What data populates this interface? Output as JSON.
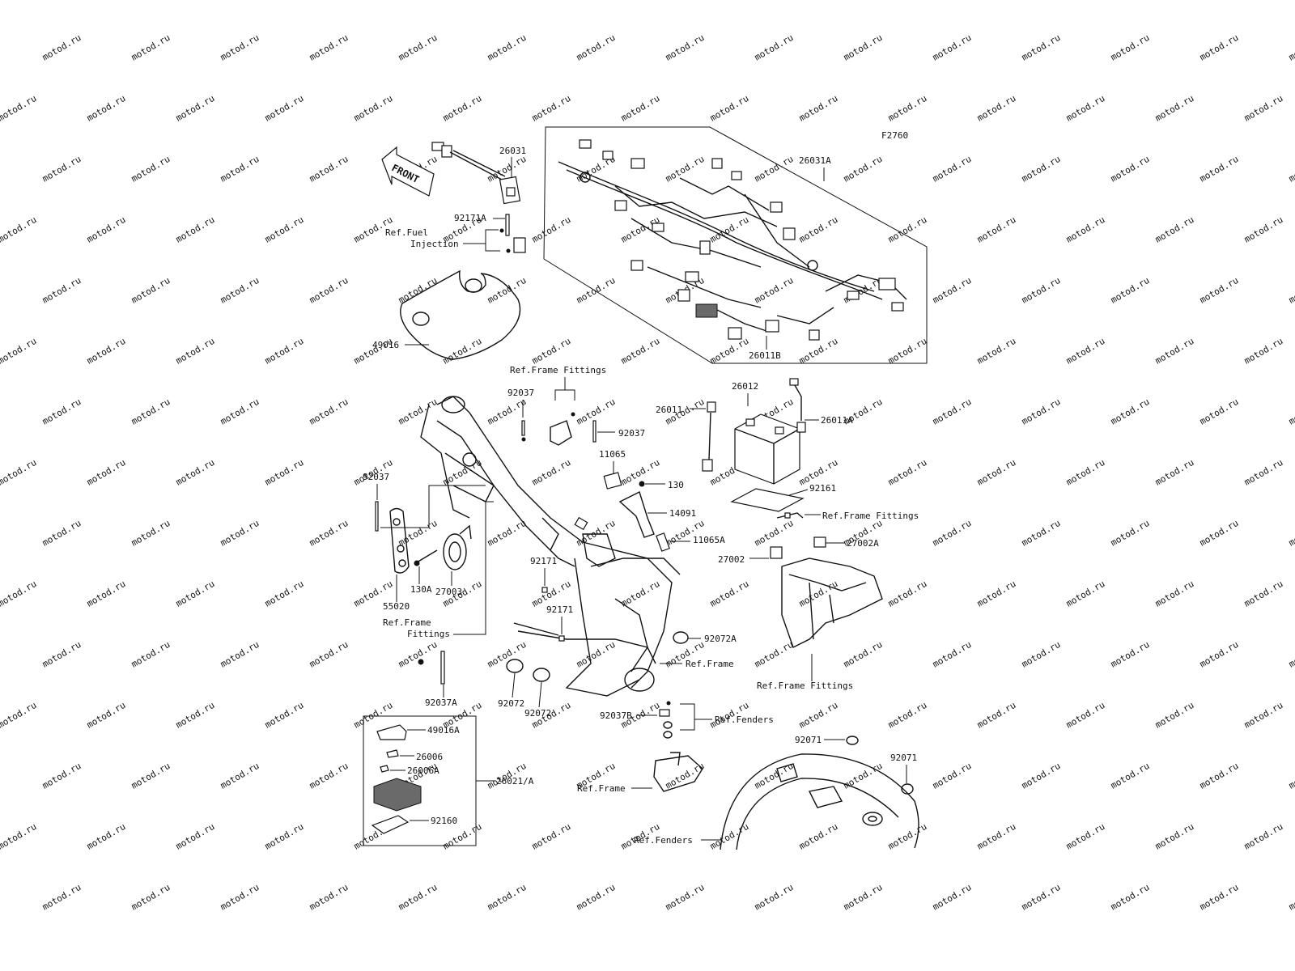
{
  "figure_code": "F2760",
  "watermark": "motod.ru",
  "front_label": "FRONT",
  "labels": {
    "p26031": "26031",
    "p26031A": "26031A",
    "p92171A": "92171A",
    "ref_fuel_1": "Ref.Fuel",
    "ref_fuel_2": "Injection",
    "p49016": "49016",
    "p26011B": "26011B",
    "ref_frame_fittings_top": "Ref.Frame Fittings",
    "p92037_a": "92037",
    "p92037_b": "92037",
    "p92037_c": "92037",
    "p11065": "11065",
    "p130": "130",
    "p14091": "14091",
    "p11065A": "11065A",
    "p26012": "26012",
    "p26011": "26011",
    "p26011A": "26011A",
    "p92161": "92161",
    "ref_frame_fittings_right": "Ref.Frame Fittings",
    "p27002A": "27002A",
    "p27002": "27002",
    "p130A": "130A",
    "p27003": "27003",
    "p55020": "55020",
    "ref_frame_fittings_left_1": "Ref.Frame",
    "ref_frame_fittings_left_2": "Fittings",
    "p92171_a": "92171",
    "p92171_b": "92171",
    "p92072A": "92072A",
    "ref_frame_mid": "Ref.Frame",
    "ref_frame_fittings_bottom": "Ref.Frame Fittings",
    "p92037A": "92037A",
    "p92072_a": "92072",
    "p92072_b": "92072",
    "p92037B": "92037B",
    "ref_fenders_top": "Ref.Fenders",
    "p49016A": "49016A",
    "p26006": "26006",
    "p26006A": "26006A",
    "p26021A": "26021/A",
    "p92160": "92160",
    "ref_frame_bottom": "Ref.Frame",
    "p92071_a": "92071",
    "p92071_b": "92071",
    "ref_fenders_bottom": "Ref.Fenders"
  }
}
